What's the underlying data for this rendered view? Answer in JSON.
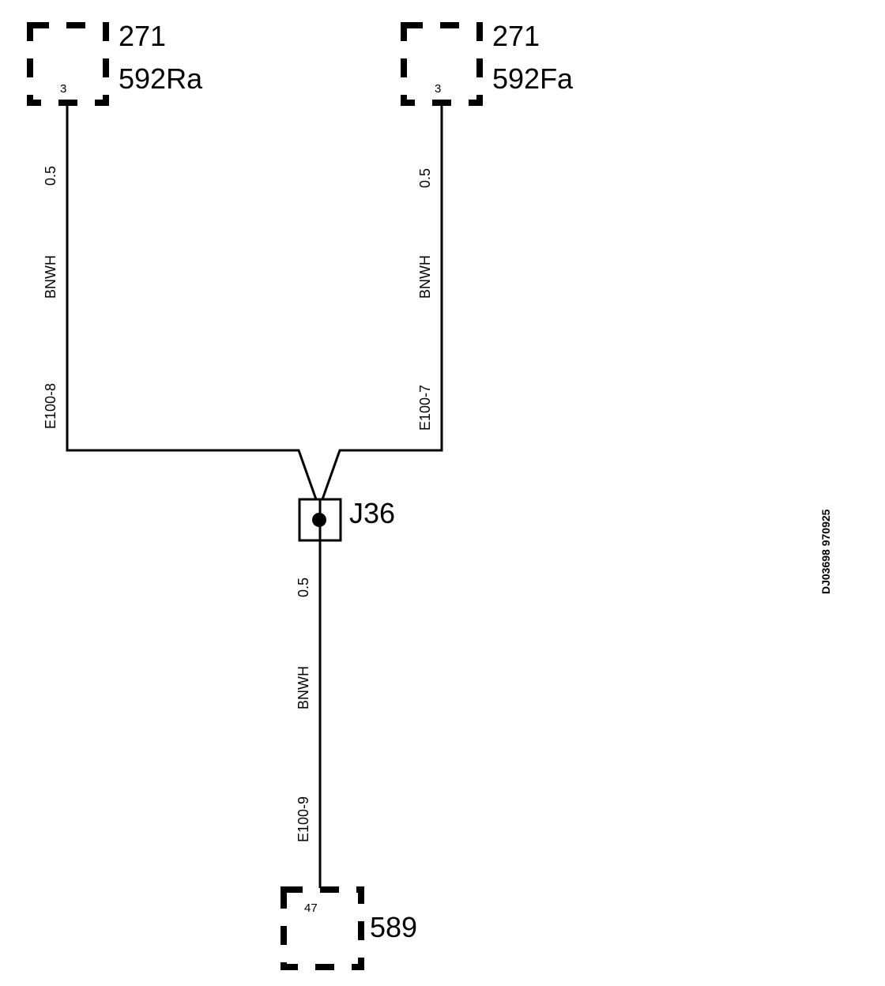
{
  "connectors": {
    "top_left": {
      "label1": "271",
      "label2": "592Ra",
      "pin": "3"
    },
    "top_right": {
      "label1": "271",
      "label2": "592Fa",
      "pin": "3"
    },
    "bottom": {
      "label1": "589",
      "pin": "47"
    }
  },
  "junction": {
    "label": "J36"
  },
  "wires": {
    "left": {
      "gauge": "0.5",
      "color": "BNWH",
      "id": "E100-8"
    },
    "right": {
      "gauge": "0.5",
      "color": "BNWH",
      "id": "E100-7"
    },
    "bottom": {
      "gauge": "0.5",
      "color": "BNWH",
      "id": "E100-9"
    }
  },
  "drawing_code": "DJ03698 970925",
  "colors": {
    "line": "#000000",
    "background": "#ffffff"
  }
}
